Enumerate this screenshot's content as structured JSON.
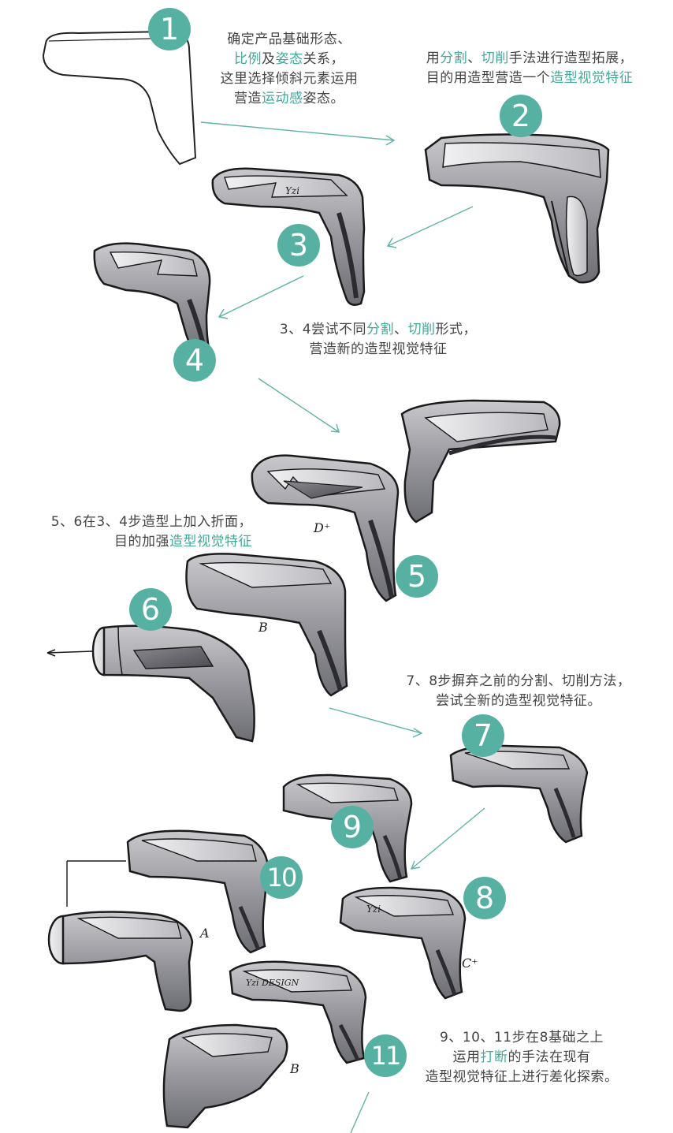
{
  "colors": {
    "accent": "#56b1a2",
    "accent_text": "#3fa99a",
    "text": "#444444",
    "ink": "#1a1a1a",
    "marker": "#9a9aa0"
  },
  "steps": [
    "1",
    "2",
    "3",
    "4",
    "5",
    "6",
    "7",
    "8",
    "9",
    "10",
    "11"
  ],
  "annotations": {
    "a1": {
      "l1": "确定产品基础形态、",
      "l2a": "比例",
      "l2b": "及",
      "l2c": "姿态",
      "l2d": "关系，",
      "l3": "这里选择倾斜元素运用",
      "l4a": "营造",
      "l4b": "运动感",
      "l4c": "姿态。"
    },
    "a2": {
      "l1a": "用",
      "l1b": "分割",
      "l1c": "、",
      "l1d": "切削",
      "l1e": "手法进行造型拓展，",
      "l2a": "目的用造型营造一个",
      "l2b": "造型视觉特征"
    },
    "a3": {
      "l1a": "3、4尝试不同",
      "l1b": "分割",
      "l1c": "、",
      "l1d": "切削",
      "l1e": "形式，",
      "l2": "营造新的造型视觉特征"
    },
    "a4": {
      "l1": "5、6在3、4步造型上加入折面，",
      "l2a": "目的加强",
      "l2b": "造型视觉特征"
    },
    "a5": {
      "l1": "7、8步摒弃之前的分割、切削方法，",
      "l2": "尝试全新的造型视觉特征。"
    },
    "a6": {
      "l1": "9、10、11步在8基础之上",
      "l2a": "运用",
      "l2b": "打断",
      "l2c": "的手法在现有",
      "l2d": "",
      "l3": "造型视觉特征上进行差化探索。"
    }
  },
  "sketch_marks": {
    "d_plus": "D⁺",
    "b1": "B",
    "c_plus": "C⁺",
    "a": "A",
    "b2": "B",
    "sig1": "Yzi",
    "sig2": "Yzi",
    "sig3": "Yzi DESIGN"
  }
}
